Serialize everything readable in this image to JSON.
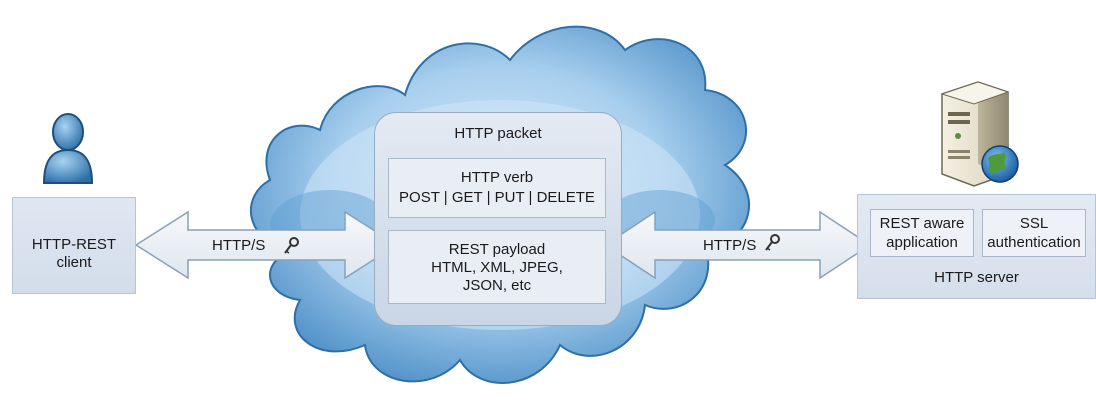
{
  "client": {
    "label_line1": "HTTP-REST",
    "label_line2": "client",
    "icon": "user-icon"
  },
  "left_link": {
    "label": "HTTP/S",
    "icon": "key-icon"
  },
  "right_link": {
    "label": "HTTP/S",
    "icon": "key-icon"
  },
  "packet": {
    "title": "HTTP packet",
    "verb": {
      "line1": "HTTP verb",
      "line2": "POST | GET | PUT | DELETE"
    },
    "payload": {
      "line1": "REST payload",
      "line2": "HTML, XML, JPEG,",
      "line3": "JSON, etc"
    }
  },
  "server": {
    "icon": "server-icon",
    "app": {
      "line1": "REST aware",
      "line2": "application"
    },
    "ssl": {
      "line1": "SSL",
      "line2": "authentication"
    },
    "label": "HTTP server"
  },
  "colors": {
    "cloud_dark": "#4a8fc4",
    "cloud_light": "#bcdcf3",
    "box_fill": "#e6ecf4",
    "box_border": "#a9b7c9"
  }
}
